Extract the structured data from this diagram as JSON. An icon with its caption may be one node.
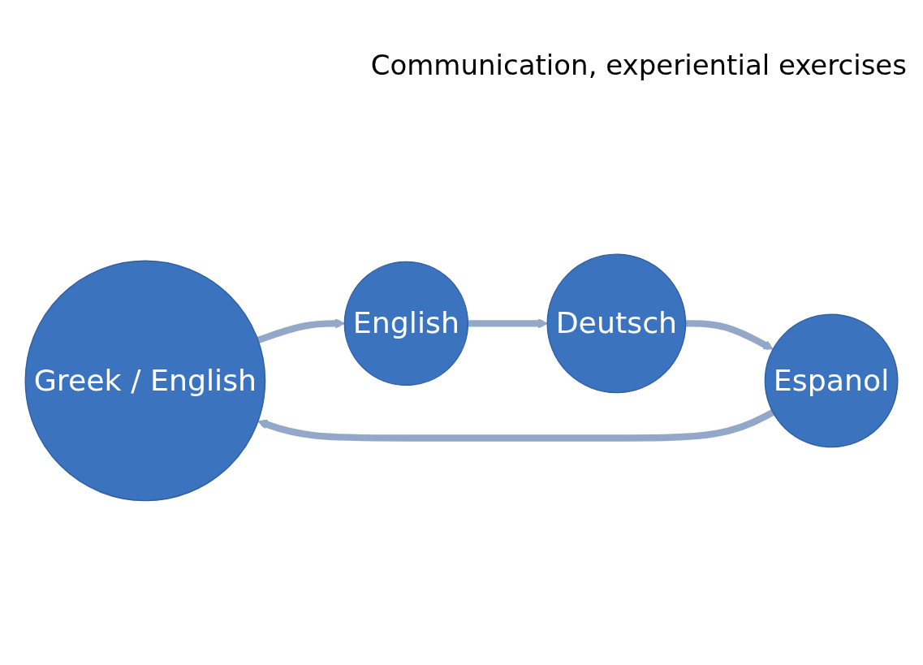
{
  "diagram": {
    "nodes": [
      {
        "text": [
          "Greek / English"
        ]
      },
      {
        "text": [
          "English"
        ]
      },
      {
        "text": [
          "Deutsch"
        ]
      },
      {
        "text": [
          "Espanol"
        ]
      }
    ],
    "edges": [
      {
        "from": 0,
        "to": 1,
        "arrow": "to"
      },
      {
        "from": 1,
        "to": 2,
        "arrow": "to"
      },
      {
        "from": 2,
        "to": 3,
        "arrow": "to"
      },
      {
        "from": 3,
        "to": 0,
        "arrow": "to"
      }
    ],
    "labels": [
      "Communication, experiential exercises"
    ]
  }
}
